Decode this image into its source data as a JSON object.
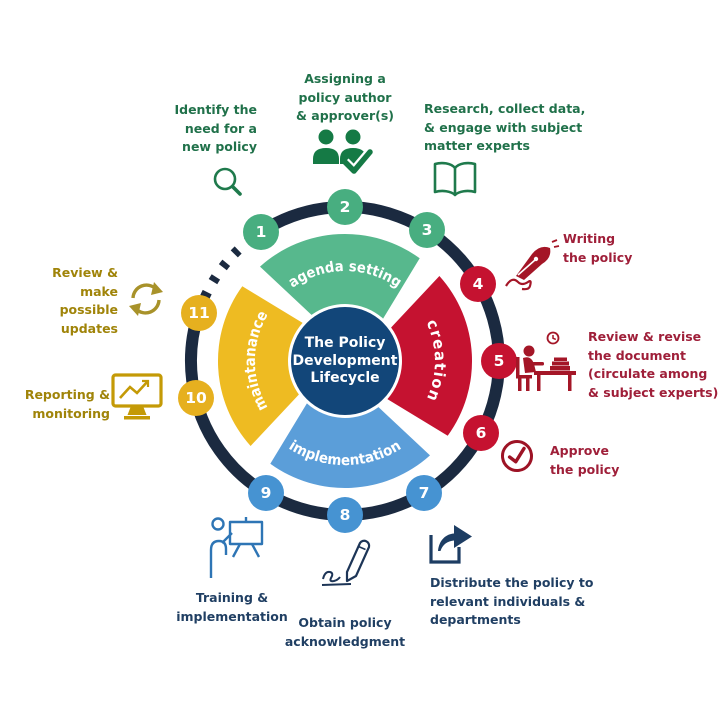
{
  "center": {
    "title_lines": [
      "The Policy",
      "Development",
      "Lifecycle"
    ]
  },
  "phases": [
    {
      "id": "agenda-setting",
      "label": "agenda setting",
      "color": "#57b88d"
    },
    {
      "id": "creation",
      "label": "creation",
      "color": "#c51230"
    },
    {
      "id": "implementation",
      "label": "implementation",
      "color": "#5b9ed9"
    },
    {
      "id": "maintanance",
      "label": "maintanance",
      "color": "#eebb22"
    }
  ],
  "steps": [
    {
      "num": "1",
      "phase": "agenda setting",
      "icon": "magnifier-icon",
      "lines": [
        "Identify the",
        "need for a",
        "new policy"
      ]
    },
    {
      "num": "2",
      "phase": "agenda setting",
      "icon": "people-check-icon",
      "lines": [
        "Assigning a",
        "policy author",
        "& approver(s)"
      ]
    },
    {
      "num": "3",
      "phase": "agenda setting",
      "icon": "open-book-icon",
      "lines": [
        "Research,  collect data,",
        "& engage with subject",
        "matter experts"
      ]
    },
    {
      "num": "4",
      "phase": "creation",
      "icon": "pen-nib-icon",
      "lines": [
        "Writing",
        "the policy"
      ]
    },
    {
      "num": "5",
      "phase": "creation",
      "icon": "person-at-desk-icon",
      "lines": [
        "Review & revise",
        "the document",
        "(circulate among",
        "& subject experts)"
      ]
    },
    {
      "num": "6",
      "phase": "creation",
      "icon": "check-circle-icon",
      "lines": [
        "Approve",
        "the policy"
      ]
    },
    {
      "num": "7",
      "phase": "implementation",
      "icon": "share-box-icon",
      "lines": [
        "Distribute the policy to",
        "relevant individuals &",
        "departments"
      ]
    },
    {
      "num": "8",
      "phase": "implementation",
      "icon": "signature-pen-icon",
      "lines": [
        "Obtain policy",
        "acknowledgment"
      ]
    },
    {
      "num": "9",
      "phase": "implementation",
      "icon": "presenter-board-icon",
      "lines": [
        "Training &",
        "implementation"
      ]
    },
    {
      "num": "10",
      "phase": "maintanance",
      "icon": "monitor-chart-icon",
      "lines": [
        "Reporting &",
        "monitoring"
      ]
    },
    {
      "num": "11",
      "phase": "maintanance",
      "icon": "refresh-arrows-icon",
      "lines": [
        "Review &",
        "make",
        "possible",
        "updates"
      ]
    }
  ],
  "colors": {
    "ring": "#1b2a40",
    "center_circle": "#124679",
    "agenda_green": "#57b88d",
    "badge_green": "#48ae80",
    "creation_red": "#c51230",
    "implementation_blue": "#5b9ed9",
    "badge_blue": "#4693d2",
    "maintanance_gold": "#eebb22",
    "badge_gold": "#e6b01f",
    "label_green": "#20714a",
    "label_red": "#9f1f39",
    "label_navy": "#203f63",
    "label_gold": "#a08409",
    "icon_green": "#1f7a4c",
    "icon_red": "#a41627",
    "icon_navy": "#1d3d63",
    "icon_blue": "#2e75b5",
    "icon_gold": "#c49a06",
    "icon_olive": "#a8922a"
  }
}
